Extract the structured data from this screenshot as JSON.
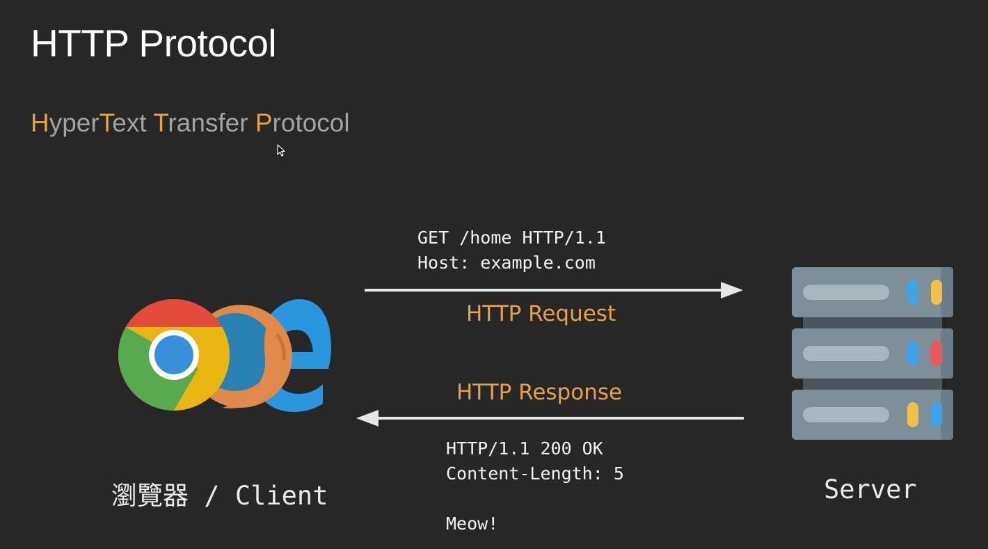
{
  "title": "HTTP Protocol",
  "subtitle": {
    "parts": [
      {
        "hl": "H",
        "rest": "yper"
      },
      {
        "hl": "T",
        "rest": "ext "
      },
      {
        "hl": "T",
        "rest": "ransfer "
      },
      {
        "hl": "P",
        "rest": "rotocol"
      }
    ]
  },
  "request": {
    "lines": [
      "GET /home HTTP/1.1",
      "Host: example.com"
    ],
    "label": "HTTP Request"
  },
  "response": {
    "label": "HTTP Response",
    "lines": [
      "HTTP/1.1 200 OK",
      "Content-Length: 5",
      "",
      "Meow!"
    ]
  },
  "client": {
    "label": "瀏覽器 / Client",
    "icons": [
      "chrome-icon",
      "firefox-icon",
      "edge-icon"
    ]
  },
  "server": {
    "label": "Server",
    "icon": "server-rack-icon"
  },
  "colors": {
    "background": "#272727",
    "accent": "#e9a04a",
    "subtitle_gray": "#a3a3a3",
    "arrow": "#e6e6e6"
  }
}
